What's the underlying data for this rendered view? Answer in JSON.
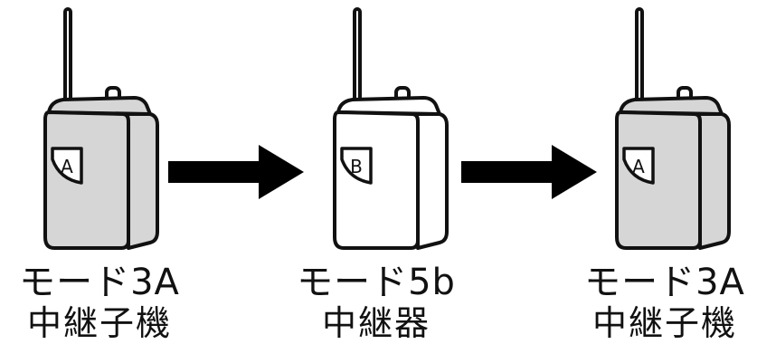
{
  "devices": [
    {
      "badge": "A",
      "mode_label": "モード3A",
      "role_label": "中継子機",
      "body_color": "#d6d6d6"
    },
    {
      "badge": "B",
      "mode_label": "モード5b",
      "role_label": "中継器",
      "body_color": "#ffffff"
    },
    {
      "badge": "A",
      "mode_label": "モード3A",
      "role_label": "中継子機",
      "body_color": "#d6d6d6"
    }
  ],
  "colors": {
    "outline": "#111111",
    "arrow": "#000000"
  }
}
